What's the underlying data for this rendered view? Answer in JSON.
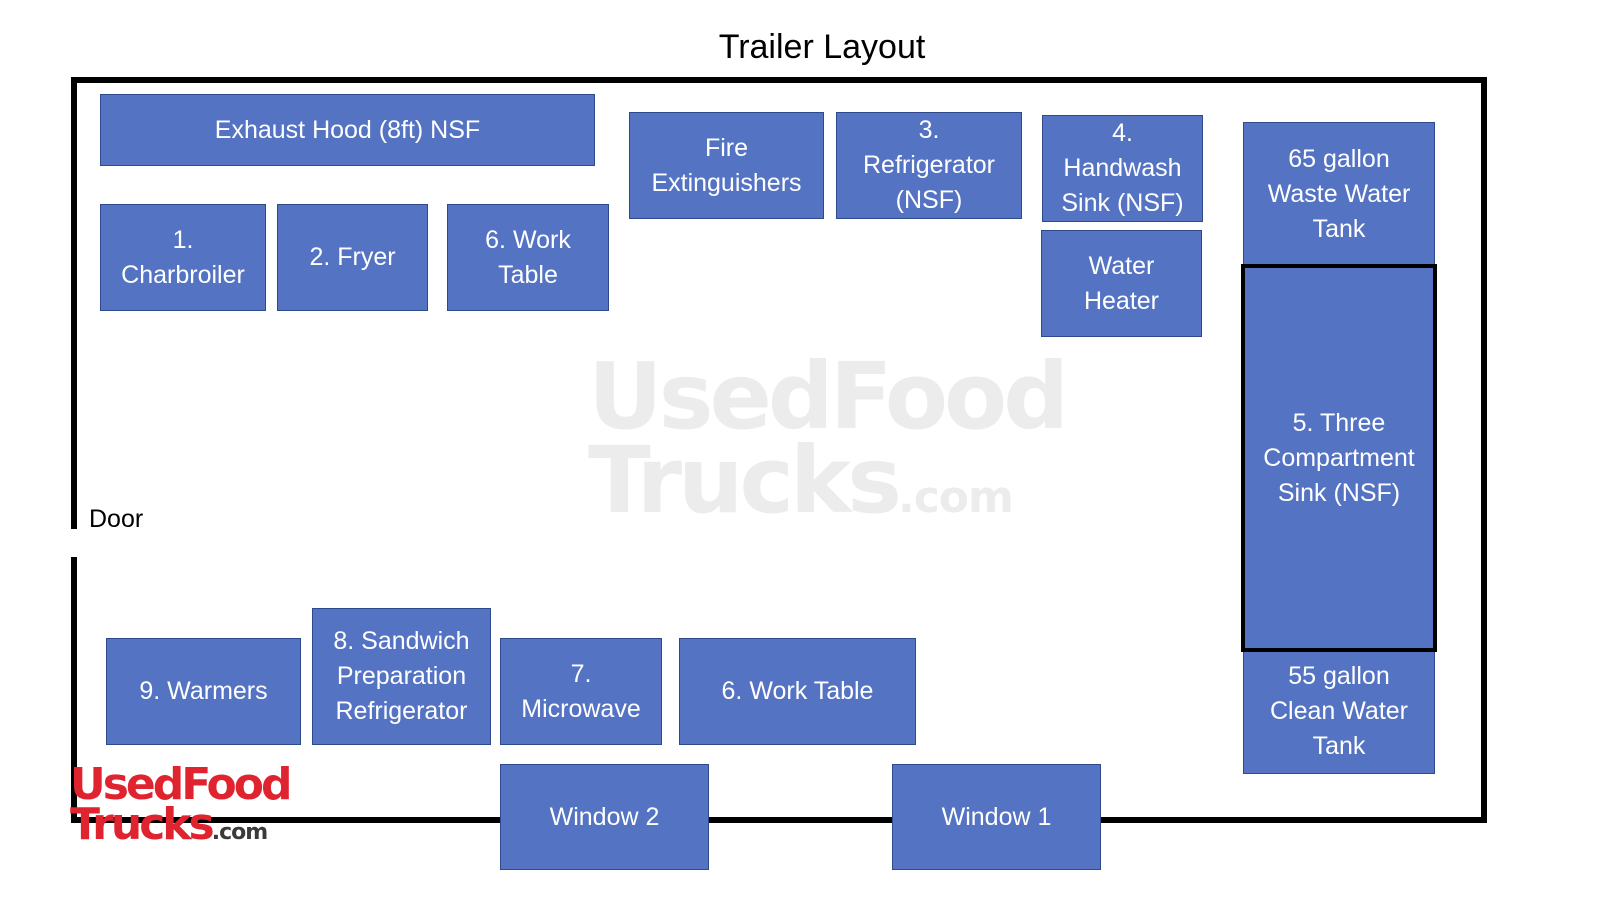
{
  "title": "Trailer Layout",
  "door_label": "Door",
  "watermark": {
    "line1": "UsedFood",
    "line2": "Trucks",
    "suffix": ".com"
  },
  "logo": {
    "line1": "UsedFood",
    "line2": "Trucks",
    "suffix": ".com"
  },
  "colors": {
    "box": "#5573c3",
    "logo_red": "#e0242f",
    "wall": "#000000"
  },
  "equipment": {
    "exhaust_hood": "Exhaust Hood (8ft) NSF",
    "charbroiler": "1.\nCharbroiler",
    "fryer": "2. Fryer",
    "work_table_top": "6. Work\nTable",
    "fire_extinguishers": "Fire\nExtinguishers",
    "refrigerator": "3.\nRefrigerator\n(NSF)",
    "handwash_sink": "4.\nHandwash\nSink (NSF)",
    "water_heater": "Water\nHeater",
    "waste_water_tank": "65 gallon\nWaste Water\nTank",
    "three_compartment_sink": "5. Three\nCompartment\nSink (NSF)",
    "clean_water_tank": "55 gallon\nClean Water\nTank",
    "warmers": "9. Warmers",
    "sandwich_refrigerator": "8. Sandwich\nPreparation\nRefrigerator",
    "microwave": "7.\nMicrowave",
    "work_table_bottom": "6. Work Table",
    "window_2": "Window 2",
    "window_1": "Window 1"
  }
}
